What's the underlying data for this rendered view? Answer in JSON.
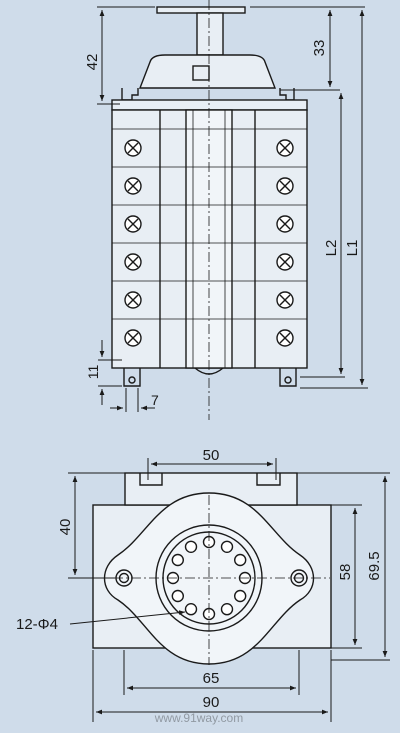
{
  "colors": {
    "background": "#cfdcea",
    "ink": "#1a1a1a",
    "part_fill": "#e8eef4"
  },
  "labels": {
    "dim_42": "42",
    "dim_33": "33",
    "dim_L2": "L2",
    "dim_L1": "L1",
    "dim_11": "11",
    "dim_7": "7",
    "dim_50": "50",
    "dim_40": "40",
    "dim_58": "58",
    "dim_69_5": "69.5",
    "dim_holes": "12-Φ4",
    "dim_65": "65",
    "dim_90": "90"
  },
  "watermark": "www.91way.com",
  "terminal_rows": 6,
  "contact_holes": 12
}
